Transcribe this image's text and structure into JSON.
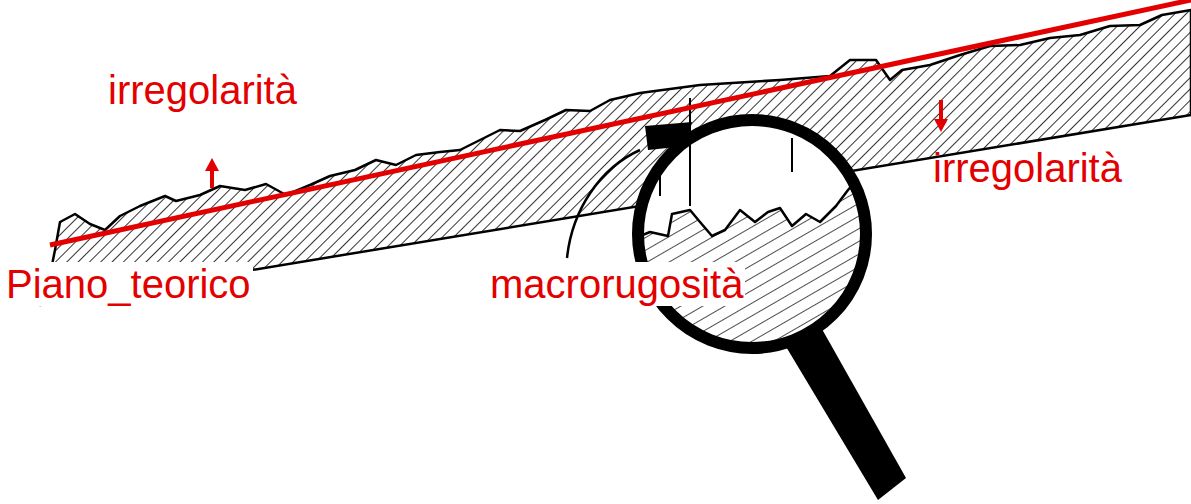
{
  "diagram": {
    "labels": [
      "irregolarità",
      "Piano_teorico",
      "macrorugosità",
      "irregolarità"
    ]
  }
}
